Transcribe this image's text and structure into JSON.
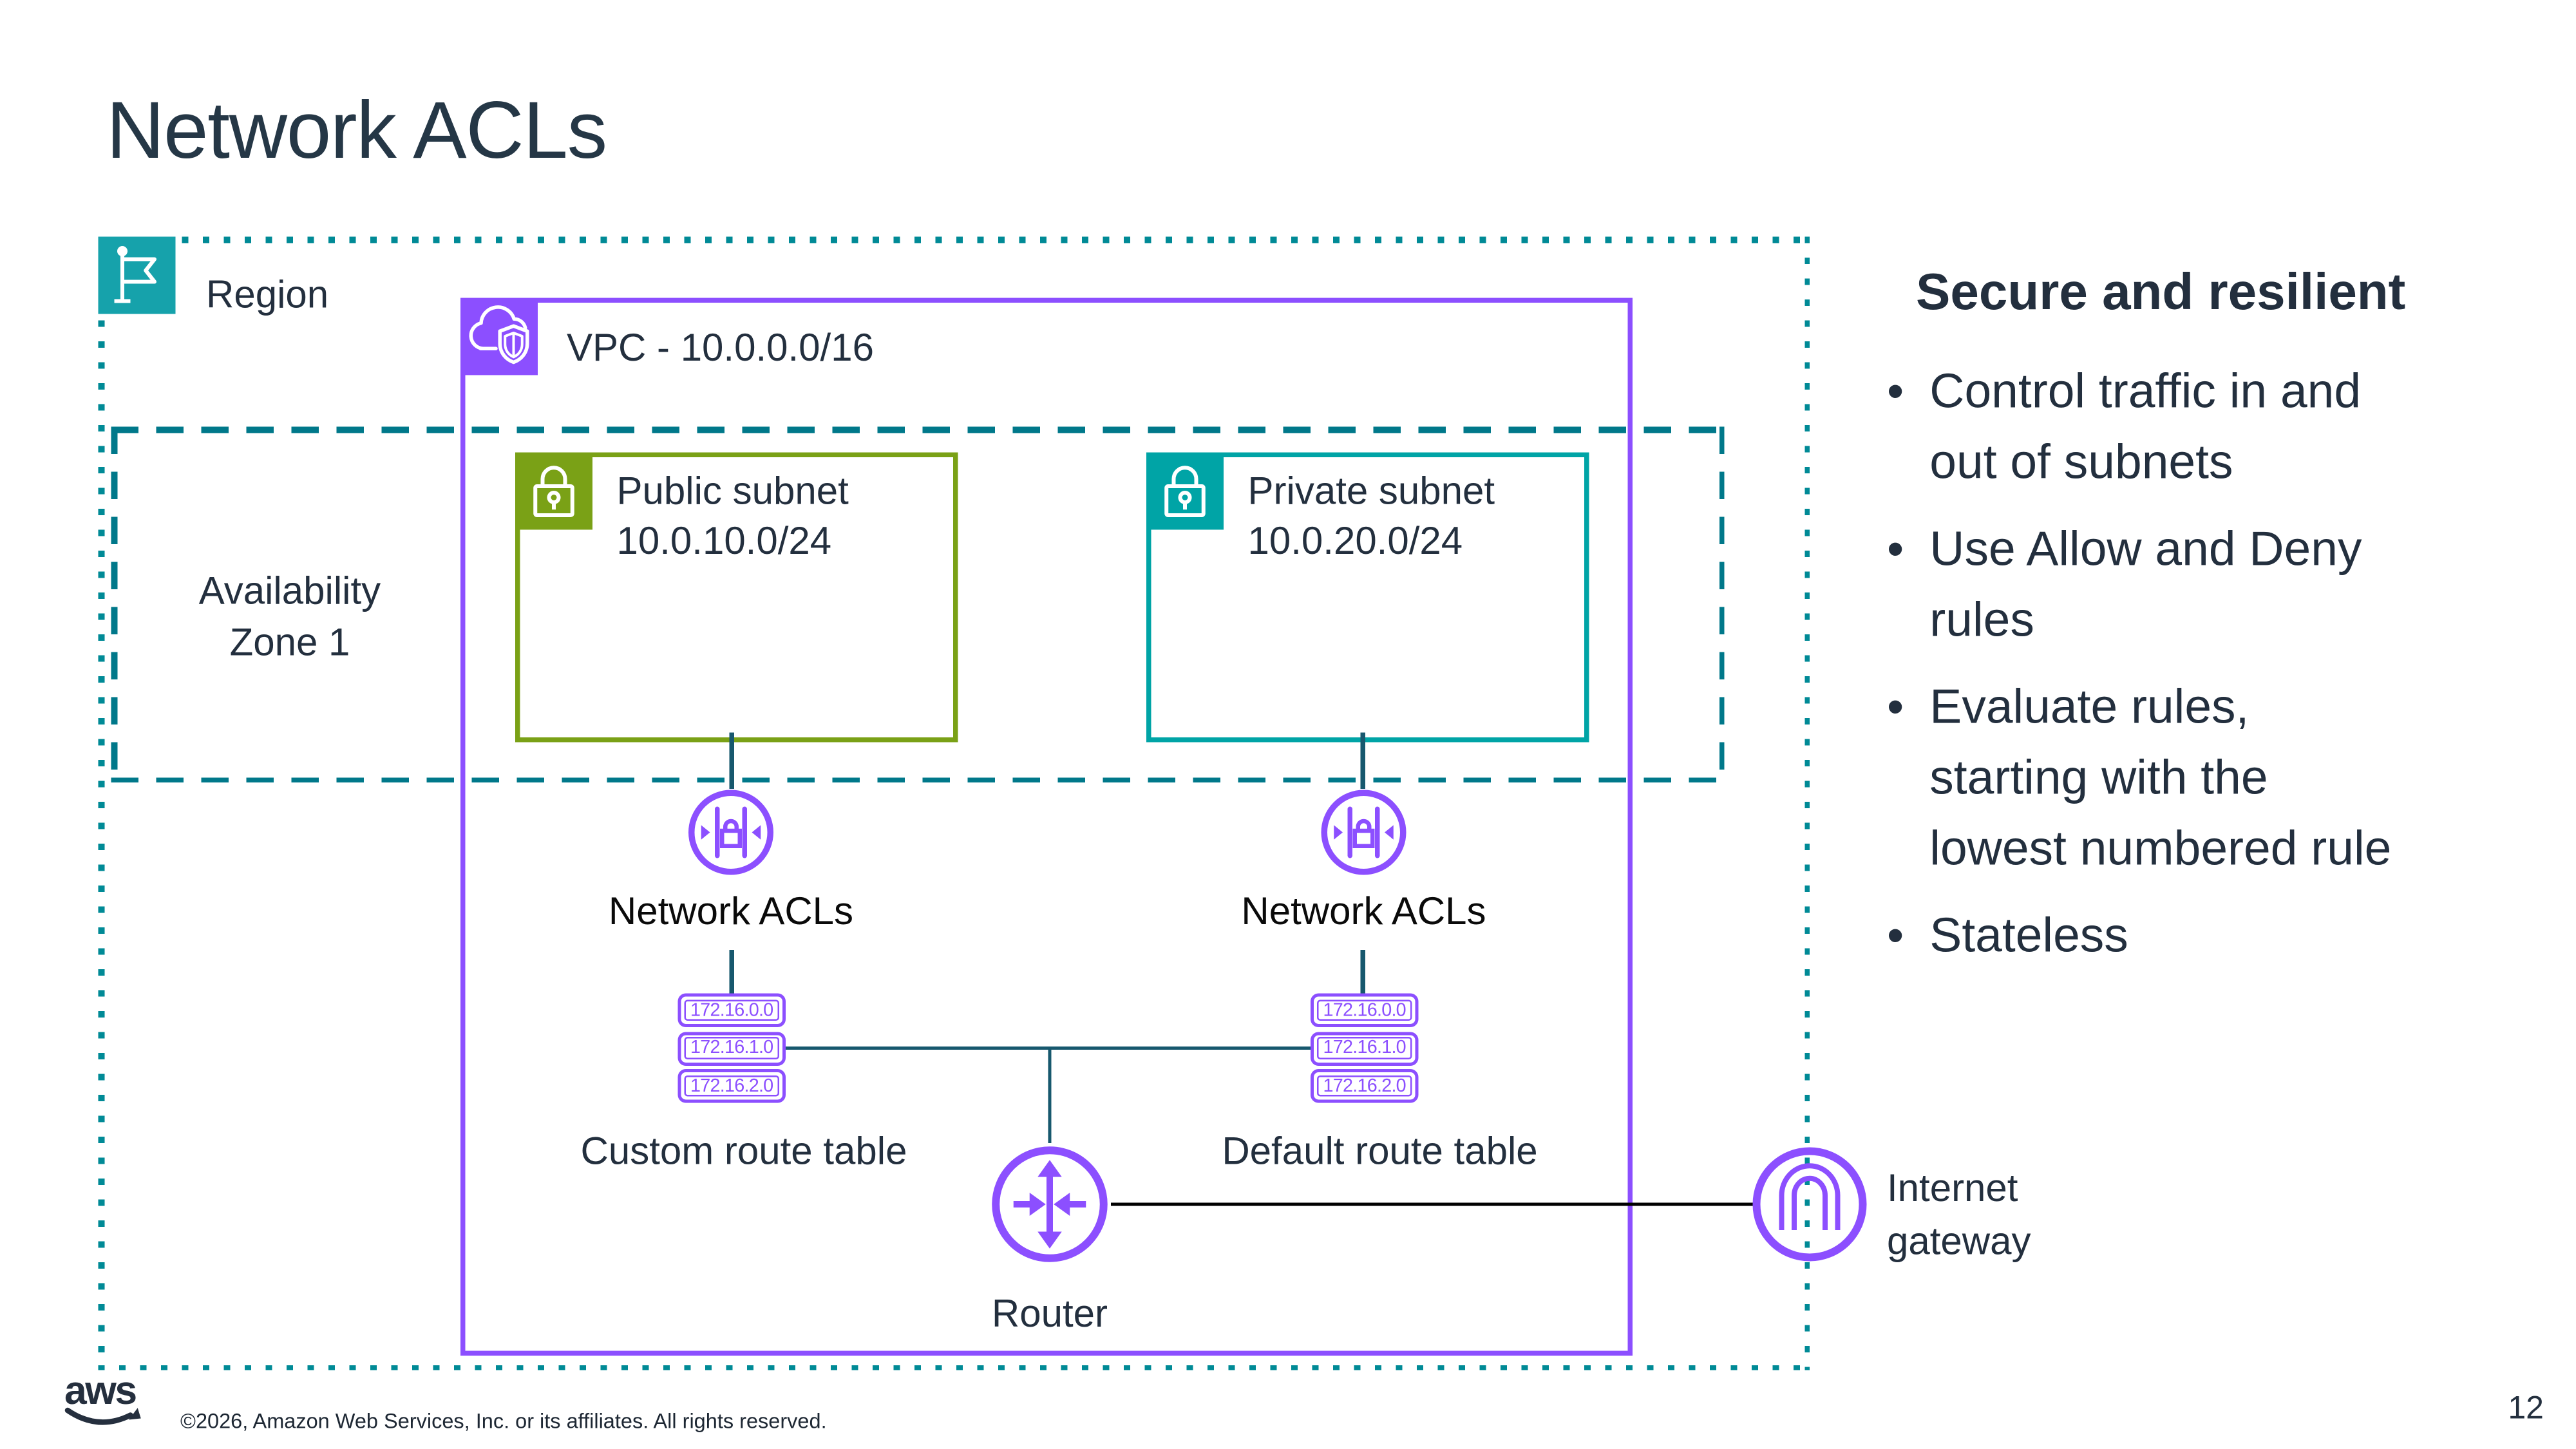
{
  "slide": {
    "title": "Network ACLs",
    "page_number": "12",
    "copyright": "©2026, Amazon Web Services, Inc. or its affiliates. All rights reserved.",
    "logo_text": "aws"
  },
  "panel": {
    "heading": "Secure and resilient",
    "bullets": [
      {
        "lines": [
          "Control traffic in and",
          "out of subnets"
        ]
      },
      {
        "lines": [
          "Use Allow and Deny",
          "rules"
        ]
      },
      {
        "lines": [
          "Evaluate rules,",
          "starting with the",
          "lowest numbered rule"
        ]
      },
      {
        "lines": [
          "Stateless"
        ]
      }
    ]
  },
  "diagram": {
    "region": {
      "label": "Region"
    },
    "vpc": {
      "label": "VPC - 10.0.0.0/16"
    },
    "availability_zone": {
      "line1": "Availability",
      "line2": "Zone 1"
    },
    "public_subnet": {
      "name": "Public subnet",
      "cidr": "10.0.10.0/24"
    },
    "private_subnet": {
      "name": "Private subnet",
      "cidr": "10.0.20.0/24"
    },
    "nacl_left": {
      "label": "Network ACLs"
    },
    "nacl_right": {
      "label": "Network ACLs"
    },
    "custom_route_table": {
      "label": "Custom route table",
      "routes": [
        "172.16.0.0",
        "172.16.1.0",
        "172.16.2.0"
      ]
    },
    "default_route_table": {
      "label": "Default route table",
      "routes": [
        "172.16.0.0",
        "172.16.1.0",
        "172.16.2.0"
      ]
    },
    "router": {
      "label": "Router"
    },
    "internet_gateway": {
      "line1": "Internet",
      "line2": "gateway"
    }
  },
  "colors": {
    "purple": "#8C4FFF",
    "green": "#7AA116",
    "teal": "#00A4A6",
    "region_border": "#008A96",
    "az_border": "#00788A",
    "connector": "#17586E",
    "ink": "#232F3E",
    "flag_bg": "#16A2AB"
  }
}
